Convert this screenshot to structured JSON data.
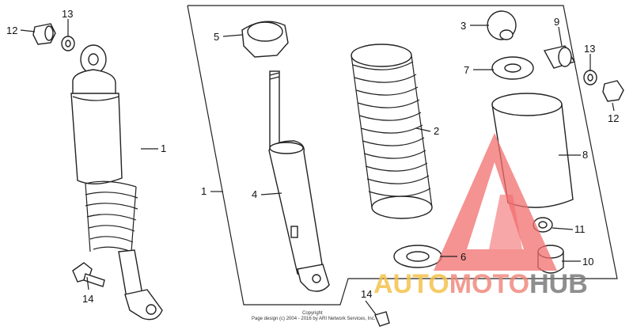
{
  "diagram": {
    "callouts": [
      {
        "id": "c12a",
        "text": "12"
      },
      {
        "id": "c13a",
        "text": "13"
      },
      {
        "id": "c1a",
        "text": "1"
      },
      {
        "id": "c14a",
        "text": "14"
      },
      {
        "id": "c1b",
        "text": "1"
      },
      {
        "id": "c5",
        "text": "5"
      },
      {
        "id": "c4",
        "text": "4"
      },
      {
        "id": "c2",
        "text": "2"
      },
      {
        "id": "c3",
        "text": "3"
      },
      {
        "id": "c7",
        "text": "7"
      },
      {
        "id": "c9",
        "text": "9"
      },
      {
        "id": "c13b",
        "text": "13"
      },
      {
        "id": "c12b",
        "text": "12"
      },
      {
        "id": "c8",
        "text": "8"
      },
      {
        "id": "c11",
        "text": "11"
      },
      {
        "id": "c6",
        "text": "6"
      },
      {
        "id": "c10",
        "text": "10"
      },
      {
        "id": "c14b",
        "text": "14"
      }
    ],
    "copyright_line1": "Copyright",
    "copyright_line2": "Page design (c) 2004 - 2016 by ARI Network Services, Inc."
  },
  "watermark": {
    "text_part1": "AUTO",
    "text_part2": "MOTO",
    "text_part3": "HUB",
    "colors": {
      "auto": "#f5c24a",
      "moto": "#f08a7e",
      "hub": "#7a7a7a",
      "triangle": "#f26d6d"
    }
  }
}
